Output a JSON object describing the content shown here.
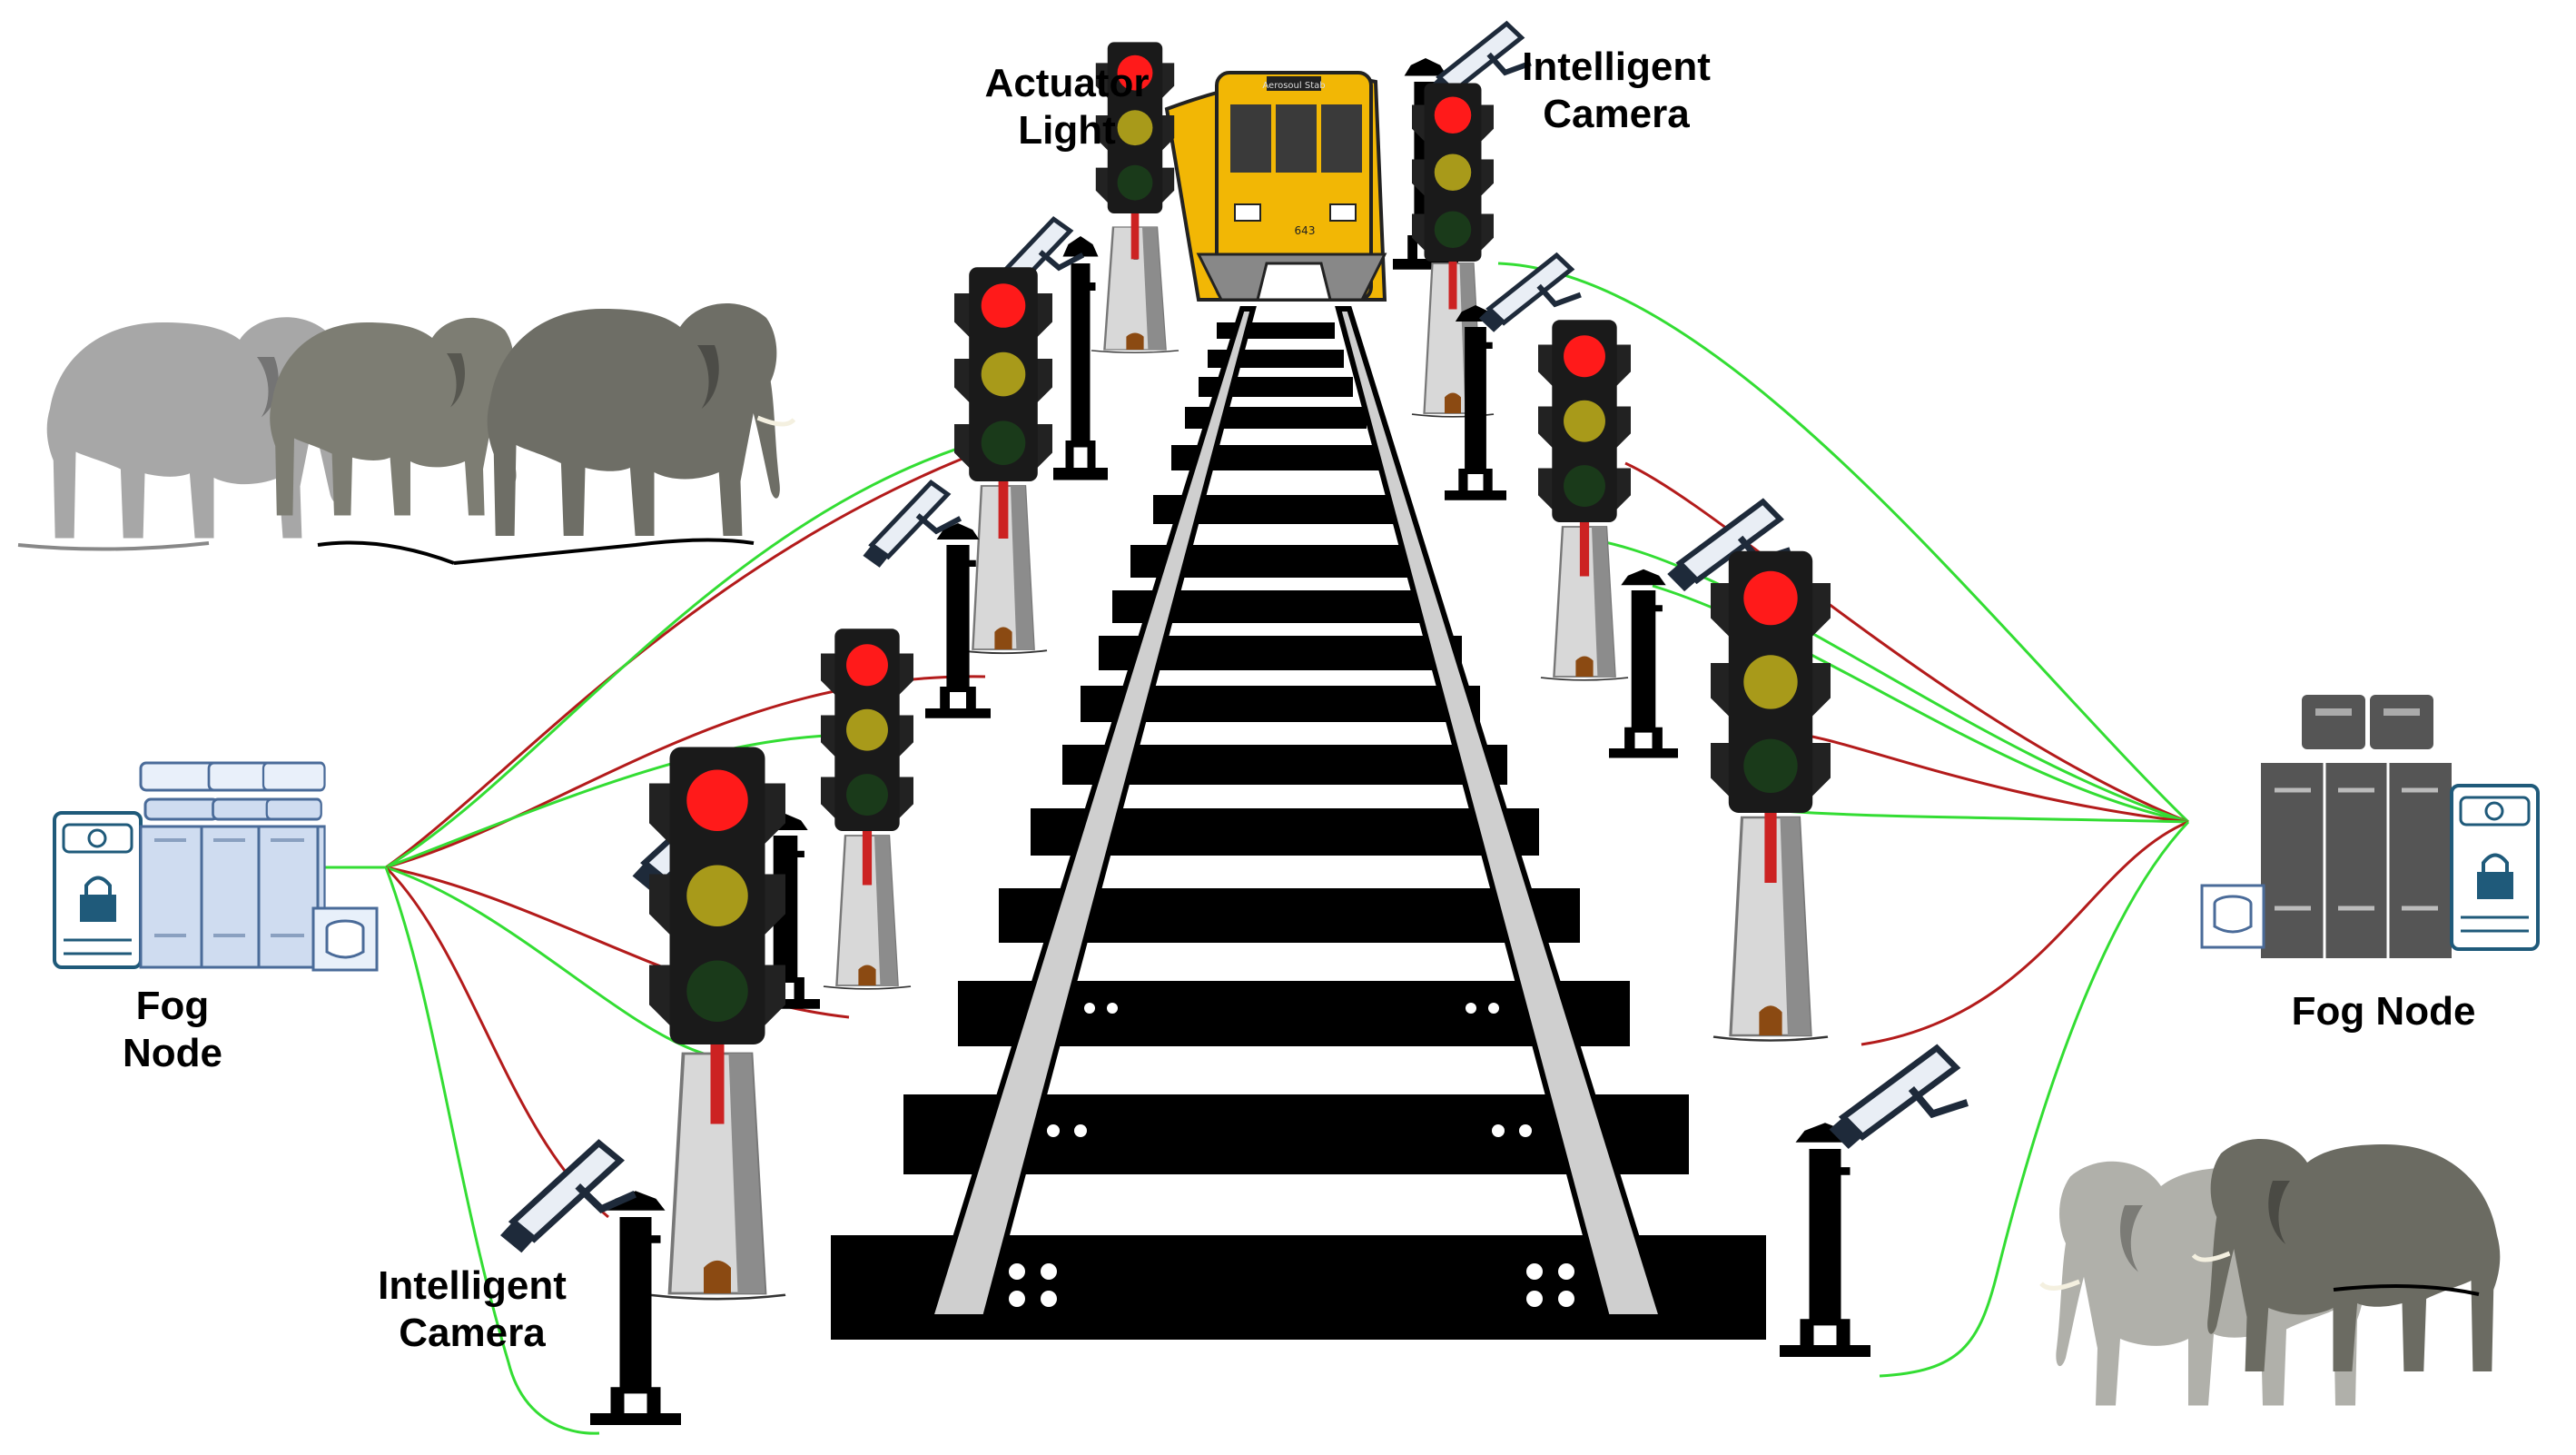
{
  "labels": {
    "actuator": [
      "Actuator",
      "Light"
    ],
    "camera_top": [
      "Intelligent",
      "Camera"
    ],
    "camera_bottom": [
      "Intelligent",
      "Camera"
    ],
    "fog_left": [
      "Fog",
      "Node"
    ],
    "fog_right": "Fog Node"
  },
  "train": {
    "destination_sign": "Aerosoul Stab",
    "car_number": "643"
  },
  "colors": {
    "red_wire": "#b31b1b",
    "green_wire": "#33dd33",
    "train_body": "#f2b705",
    "lamp_red": "#ff1a1a",
    "lamp_amber": "#a89a1a",
    "lamp_green": "#1a3a1a",
    "rail": "#bfbfbf",
    "sleeper": "#000000",
    "server_left": "#c9d9f0",
    "server_right": "#555555"
  },
  "icons": {
    "animal": "elephant-icon",
    "camera": "camera-icon",
    "signal": "traffic-light-icon",
    "tower": "lighthouse-icon",
    "server": "server-rack-icon",
    "database": "database-icon"
  }
}
